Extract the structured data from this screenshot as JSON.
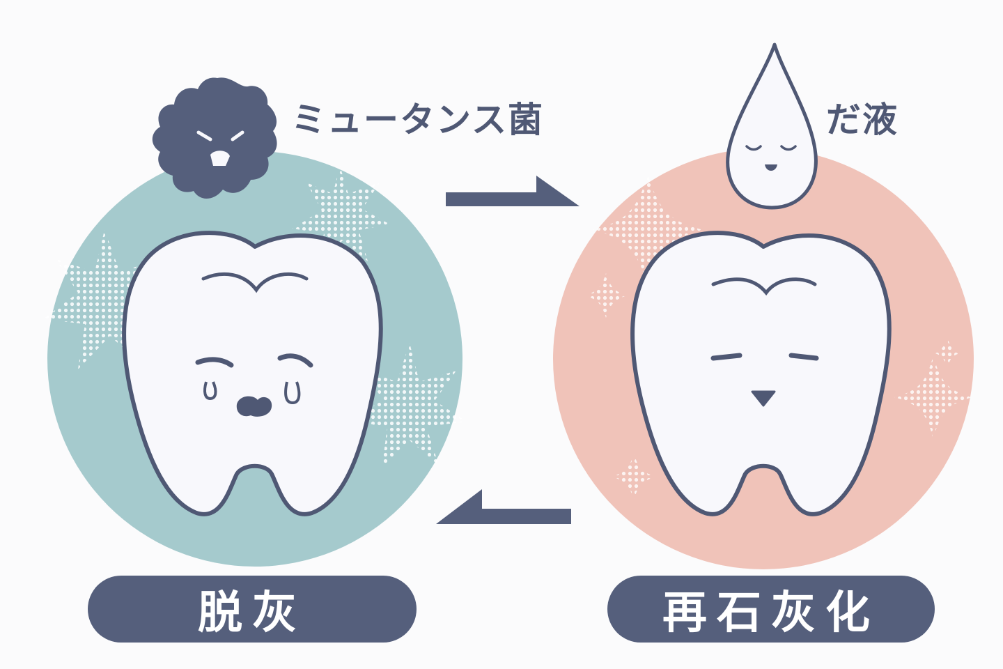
{
  "labels": {
    "bacteria": "ミュータンス菌",
    "saliva": "だ液"
  },
  "states": {
    "left": "脱灰",
    "right": "再石灰化"
  },
  "icons": {
    "left_tooth": "sad-tooth-icon",
    "right_tooth": "happy-tooth-icon",
    "bacteria": "angry-bacteria-icon",
    "saliva": "smiling-saliva-drop-icon",
    "arrow_forward": "arrow-right-icon",
    "arrow_back": "arrow-left-icon"
  },
  "colors": {
    "left_circle": "#a5cacd",
    "right_circle": "#f0c3b9",
    "outline": "#4f5874",
    "pill": "#555f7c",
    "tooth": "#f8f8fc",
    "background": "#fbfbfc"
  }
}
